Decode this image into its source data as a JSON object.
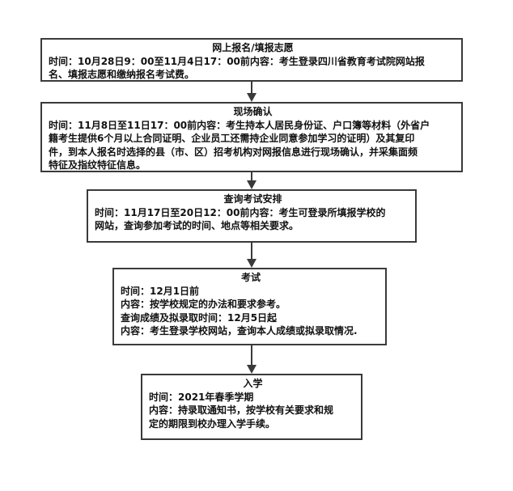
{
  "steps": [
    {
      "title": "网上报名/填报志愿",
      "lines": [
        "时间：10月28日9：00至11月4日17：00前内容：考生登录四川省教育考试院网站报",
        "名、填报志愿和缴纳报名考试费。"
      ]
    },
    {
      "title": "现场确认",
      "lines": [
        "时间：11月8日至11日17：00前内容：考生持本人居民身份证、户口簿等材料（外省户",
        "籍考生提供6个月以上合同证明、企业员工还需持企业同意参加学习的证明）及其复印",
        "件，到本人报名时选择的县（市、区）招考机构对网报信息进行现场确认，并采集面频",
        "特征及指纹特征信息。"
      ]
    },
    {
      "title": "查询考试安排",
      "lines": [
        "时间：11月17日至20日12：00前内容：考生可登录所填报学校的",
        "网站，查询参加考试的时间、地点等相关要求。"
      ]
    },
    {
      "title": "考试",
      "lines": [
        "时间：12月1日前",
        "内容：按学校规定的办法和要求参考。",
        "查询成绩及拟录取时间：12月5日起",
        "内容：考生登录学校网站，查询本人成绩或拟录取情况."
      ]
    },
    {
      "title": "入学",
      "lines": [
        "时间：2021年春季学期",
        "内容：持录取通知书，按学校有关要求和规",
        "定的期限到校办理入学手续。"
      ]
    }
  ]
}
